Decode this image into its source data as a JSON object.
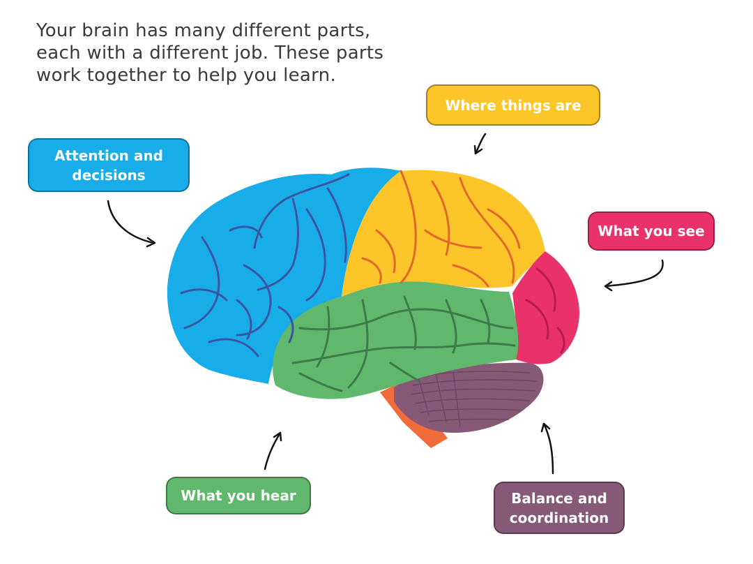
{
  "intro": {
    "line1": "Your brain has many different parts,",
    "line2": "each with a different job.  These parts",
    "line3": "work together to help you learn."
  },
  "labels": {
    "attention": {
      "line1": "Attention and",
      "line2": "decisions",
      "color": "#18ace8",
      "text_color": "#ffffff"
    },
    "where": {
      "text": "Where things are",
      "color": "#fcc52a",
      "text_color": "#ffffff"
    },
    "see": {
      "text": "What you see",
      "color": "#e83269",
      "text_color": "#ffffff"
    },
    "hear": {
      "text": "What you hear",
      "color": "#5fb86b",
      "text_color": "#ffffff"
    },
    "balance": {
      "line1": "Balance and",
      "line2": "coordination",
      "color": "#865a76",
      "text_color": "#ffffff"
    }
  },
  "regions": {
    "frontal": "#18ace8",
    "parietal": "#fcc52a",
    "occipital": "#e83269",
    "temporal": "#5fb86b",
    "cerebellum": "#865a76",
    "brainstem": "#f26b3a"
  }
}
